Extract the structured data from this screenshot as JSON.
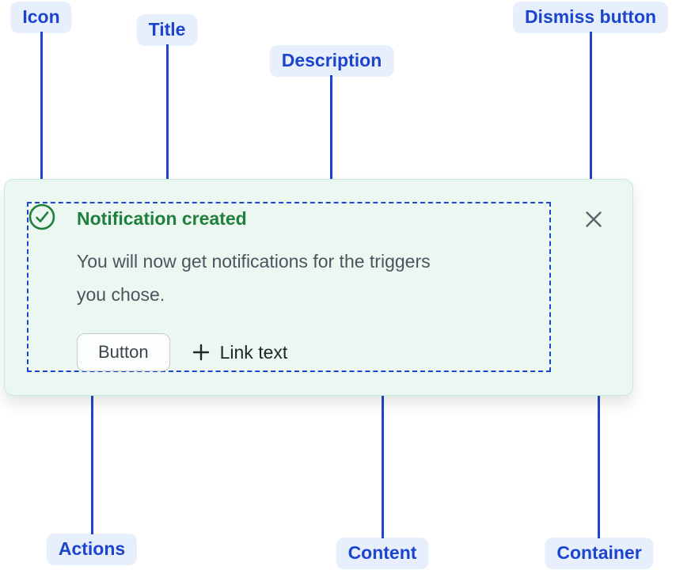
{
  "annotations": {
    "icon": "Icon",
    "title": "Title",
    "description": "Description",
    "dismiss_button": "Dismiss button",
    "actions": "Actions",
    "content": "Content",
    "container": "Container"
  },
  "flag": {
    "icon_name": "success-check-circle-icon",
    "title": "Notification created",
    "description_lines": [
      "You will now get notifications for the triggers",
      "you chose."
    ],
    "actions": {
      "button_label": "Button",
      "link_icon": "plus-icon",
      "link_label": "Link text"
    },
    "dismiss_icon": "close-icon"
  },
  "colors": {
    "annotation_blue": "#1C45CE",
    "annotation_pill_bg": "#E8EFFC",
    "card_bg": "#ECF7F1",
    "card_border": "#C8E9D5",
    "success_green": "#1E803C",
    "description_gray": "#4B545E",
    "dismiss_gray": "#5A626B",
    "button_bg": "#FCFDFD",
    "button_border": "#C6CBD1",
    "button_text": "#3E444B",
    "link_text": "#22262C"
  }
}
